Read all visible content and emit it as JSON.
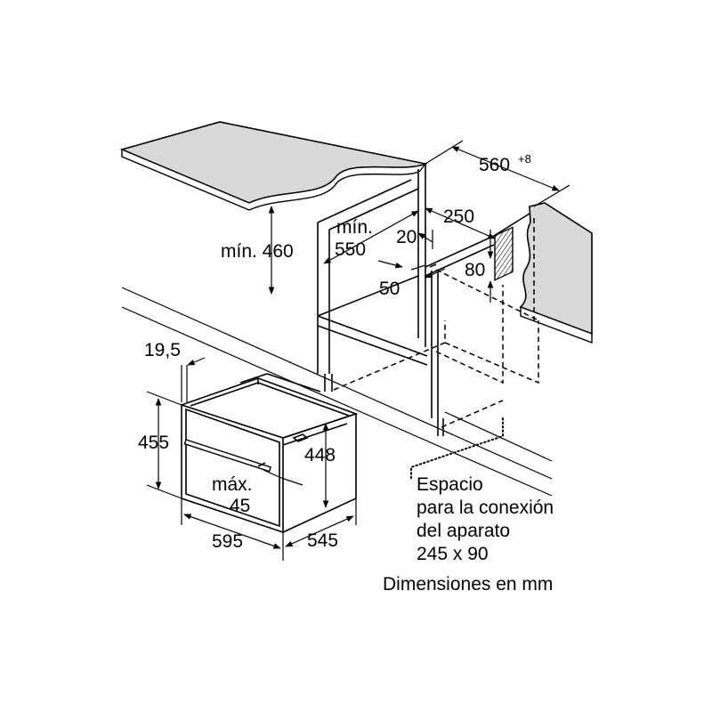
{
  "dimensions": {
    "cabinet_height": "mín. 460",
    "niche_depth_line1": "mín.",
    "niche_depth_line2": "550",
    "niche_width_main": "560",
    "niche_width_sup": "+8",
    "rear_gap": "250",
    "rear_offset": "20",
    "opening_50": "50",
    "opening_80": "80",
    "panel_thickness": "19,5",
    "oven_height": "455",
    "oven_inner_height": "448",
    "handle_max_line1": "máx.",
    "handle_max_line2": "45",
    "oven_width": "595",
    "oven_depth": "545"
  },
  "notes": {
    "connection_line1": "Espacio",
    "connection_line2": "para la conexión",
    "connection_line3": "del aparato",
    "connection_line4": "245 x 90",
    "units": "Dimensiones en mm"
  },
  "colors": {
    "counter_fill": "#d9d9d9",
    "line": "#000000",
    "background": "#ffffff"
  }
}
